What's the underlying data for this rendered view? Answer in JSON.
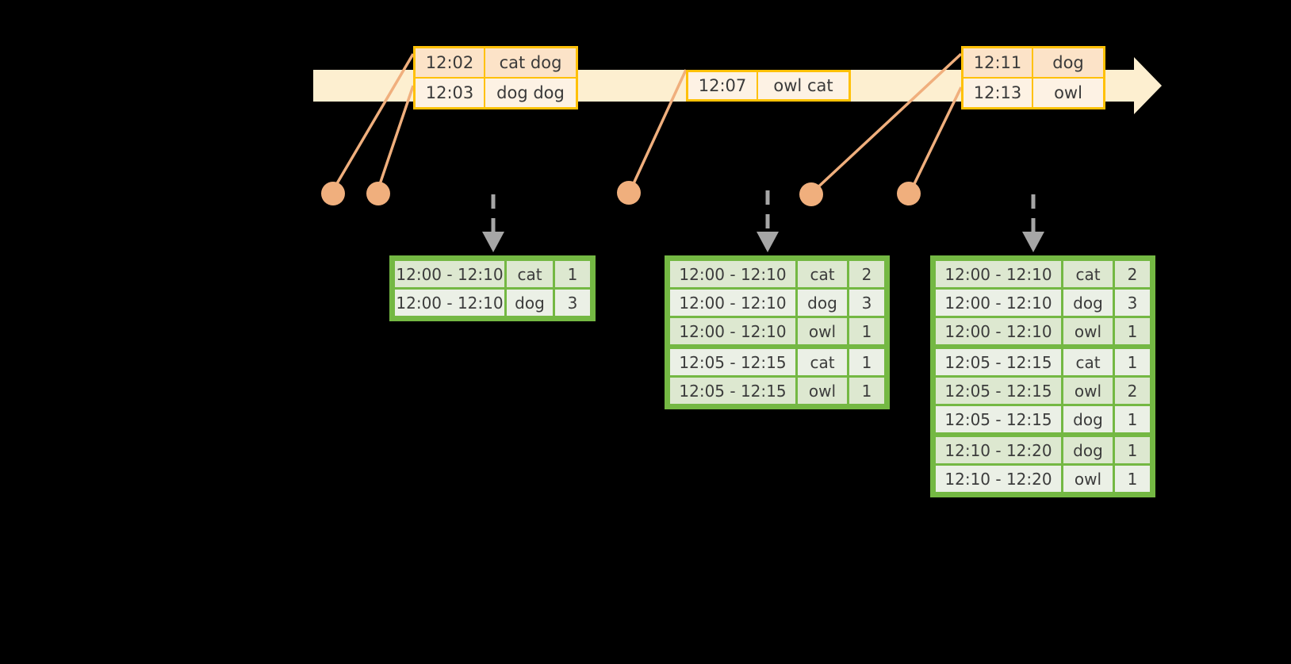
{
  "timeline": {
    "name": "event-stream-timeline",
    "bar_color": "#FDEFD0",
    "arrow_color": "#FDEFD0",
    "border_color": "#FFC107",
    "event_groups": [
      {
        "id": "group-1",
        "rows": [
          {
            "time": "12:02",
            "words": "cat dog"
          },
          {
            "time": "12:03",
            "words": "dog dog"
          }
        ]
      },
      {
        "id": "group-2",
        "rows": [
          {
            "time": "12:07",
            "words": "owl cat"
          }
        ]
      },
      {
        "id": "group-3",
        "rows": [
          {
            "time": "12:11",
            "words": "dog"
          },
          {
            "time": "12:13",
            "words": "owl"
          }
        ]
      }
    ]
  },
  "connectors": {
    "dot_color": "#F0AF7D",
    "line_color": "#F0AF7D",
    "dashed_arrow_color": "#A6A6A6"
  },
  "results": [
    {
      "id": "result-table-1",
      "border_color": "#74B843",
      "rows": [
        {
          "window": "12:00 - 12:10",
          "word": "cat",
          "count": "1",
          "group_end": false
        },
        {
          "window": "12:00 - 12:10",
          "word": "dog",
          "count": "3",
          "group_end": false
        }
      ]
    },
    {
      "id": "result-table-2",
      "border_color": "#74B843",
      "rows": [
        {
          "window": "12:00 - 12:10",
          "word": "cat",
          "count": "2",
          "group_end": false
        },
        {
          "window": "12:00 - 12:10",
          "word": "dog",
          "count": "3",
          "group_end": false
        },
        {
          "window": "12:00 - 12:10",
          "word": "owl",
          "count": "1",
          "group_end": true
        },
        {
          "window": "12:05 - 12:15",
          "word": "cat",
          "count": "1",
          "group_end": false
        },
        {
          "window": "12:05 - 12:15",
          "word": "owl",
          "count": "1",
          "group_end": false
        }
      ]
    },
    {
      "id": "result-table-3",
      "border_color": "#74B843",
      "rows": [
        {
          "window": "12:00 - 12:10",
          "word": "cat",
          "count": "2",
          "group_end": false
        },
        {
          "window": "12:00 - 12:10",
          "word": "dog",
          "count": "3",
          "group_end": false
        },
        {
          "window": "12:00 - 12:10",
          "word": "owl",
          "count": "1",
          "group_end": true
        },
        {
          "window": "12:05 - 12:15",
          "word": "cat",
          "count": "1",
          "group_end": false
        },
        {
          "window": "12:05 - 12:15",
          "word": "owl",
          "count": "2",
          "group_end": false
        },
        {
          "window": "12:05 - 12:15",
          "word": "dog",
          "count": "1",
          "group_end": true
        },
        {
          "window": "12:10 - 12:20",
          "word": "dog",
          "count": "1",
          "group_end": false
        },
        {
          "window": "12:10 - 12:20",
          "word": "owl",
          "count": "1",
          "group_end": false
        }
      ]
    }
  ]
}
